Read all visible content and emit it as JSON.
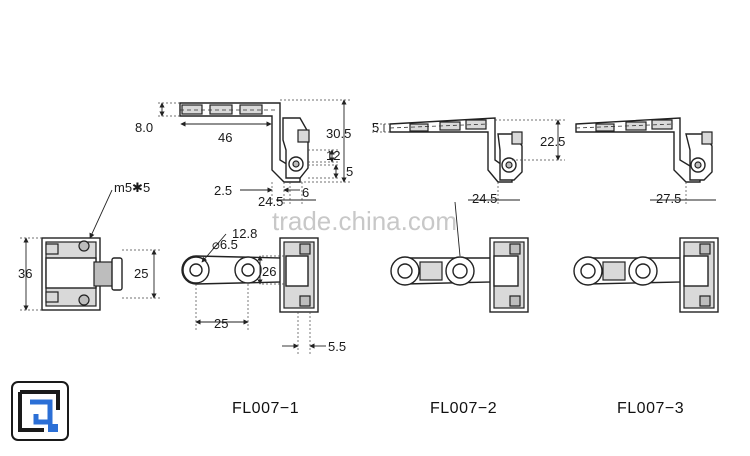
{
  "dimensions": {
    "d_8_0": "8.0",
    "d_46": "46",
    "d_30_5": "30.5",
    "d_12": "12",
    "d_5a": "5",
    "d_2_5": "2.5",
    "d_6": "6",
    "d_24_5a": "24.5",
    "d_m5x5": "m5✱5",
    "d_36": "36",
    "d_25a": "25",
    "d_6_5": "⌀6.5",
    "d_12_8": "12.8",
    "d_26": "26",
    "d_25b": "25",
    "d_5_5": "5.5",
    "d_5b": "5",
    "d_22_5": "22.5",
    "d_24_5b": "24.5",
    "d_27_5": "27.5"
  },
  "parts": {
    "p1": "FL007−1",
    "p2": "FL007−2",
    "p3": "FL007−3"
  },
  "watermark": "trade.china.com",
  "logo": {
    "color_dark": "#1a1a1a",
    "color_blue": "#2b6fd6"
  }
}
